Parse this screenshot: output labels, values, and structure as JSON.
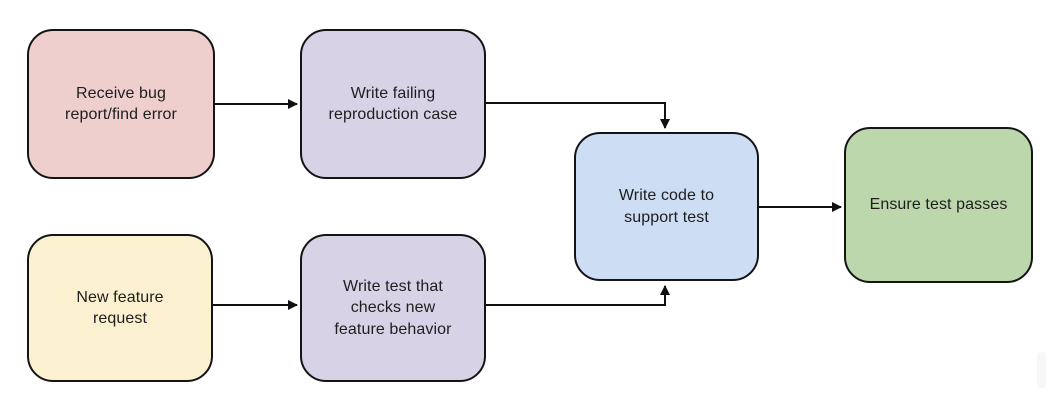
{
  "diagram": {
    "stroke_color": "#111111",
    "nodes": {
      "receive_bug": {
        "label": "Receive bug report/find error",
        "lines": [
          "Receive bug",
          "report/find error"
        ],
        "fill": "#eecfcd"
      },
      "write_failing": {
        "label": "Write failing reproduction case",
        "lines": [
          "Write failing",
          "reproduction case"
        ],
        "fill": "#d7d2e6"
      },
      "new_feature": {
        "label": "New feature request",
        "lines": [
          "New feature",
          "request"
        ],
        "fill": "#fbf1d0"
      },
      "write_test": {
        "label": "Write test that checks new feature behavior",
        "lines": [
          "Write test that",
          "checks new",
          "feature behavior"
        ],
        "fill": "#d7d2e6"
      },
      "write_code": {
        "label": "Write code to support test",
        "lines": [
          "Write code to",
          "support test"
        ],
        "fill": "#cdddf4"
      },
      "ensure_passes": {
        "label": "Ensure test passes",
        "lines": [
          "Ensure test passes"
        ],
        "fill": "#bdd7ac"
      }
    },
    "edges": [
      {
        "from": "receive_bug",
        "to": "write_failing"
      },
      {
        "from": "write_failing",
        "to": "write_code"
      },
      {
        "from": "new_feature",
        "to": "write_test"
      },
      {
        "from": "write_test",
        "to": "write_code"
      },
      {
        "from": "write_code",
        "to": "ensure_passes"
      }
    ]
  }
}
